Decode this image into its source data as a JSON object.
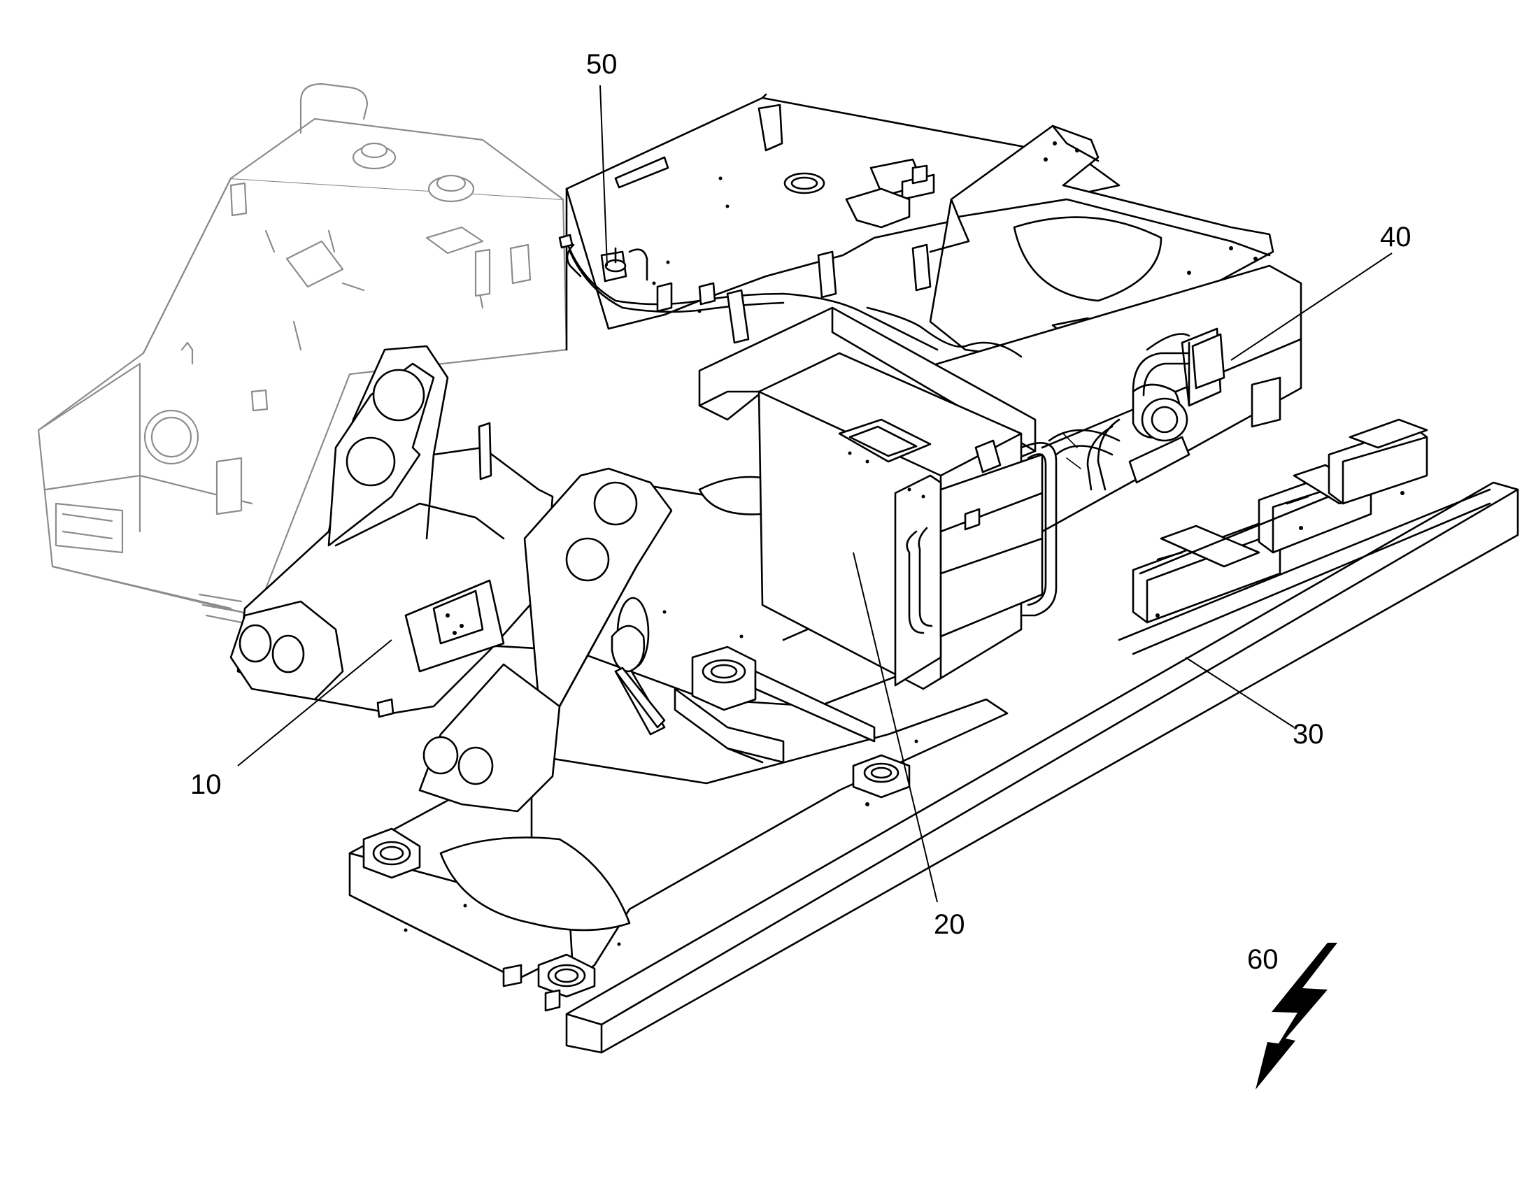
{
  "labels": {
    "ref_10": "10",
    "ref_20": "20",
    "ref_30": "30",
    "ref_40": "40",
    "ref_50": "50",
    "ref_60": "60"
  }
}
